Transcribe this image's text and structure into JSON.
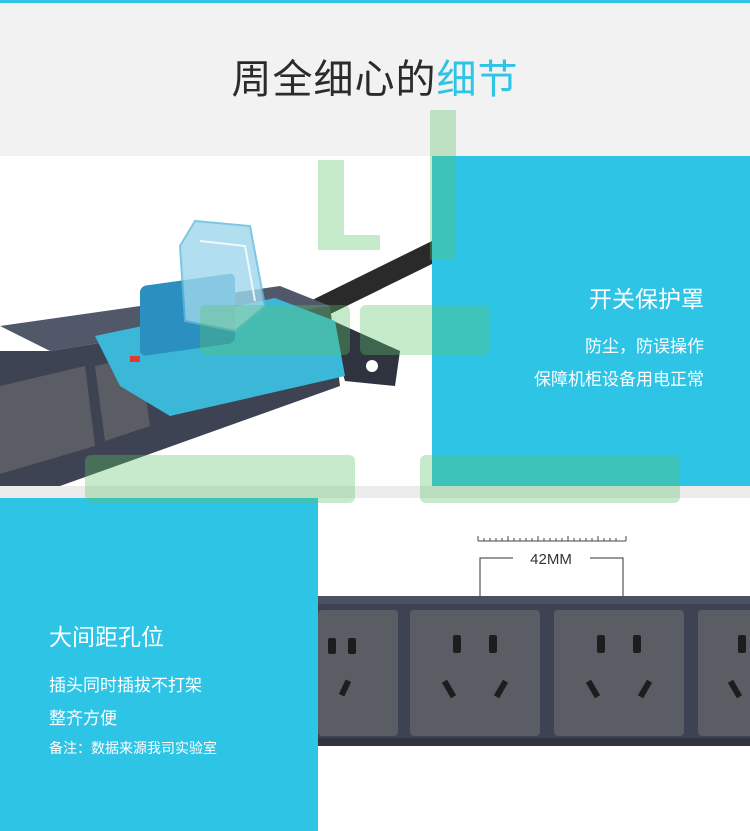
{
  "header": {
    "title_main": "周全细心的",
    "title_highlight": "细节"
  },
  "section1": {
    "heading": "开关保护罩",
    "lines": [
      "防尘，防误操作",
      "保障机柜设备用电正常"
    ]
  },
  "section2": {
    "heading": "大间距孔位",
    "lines": [
      "插头同时插拔不打架",
      "整齐方便"
    ],
    "note": "备注：数据来源我司实验室",
    "spacing_label": "42MM"
  },
  "colors": {
    "accent": "#2ec4e6",
    "header_bg": "#f2f2f2",
    "socket_gray": "#5a5d63",
    "strip_frame": "#3d4352"
  }
}
